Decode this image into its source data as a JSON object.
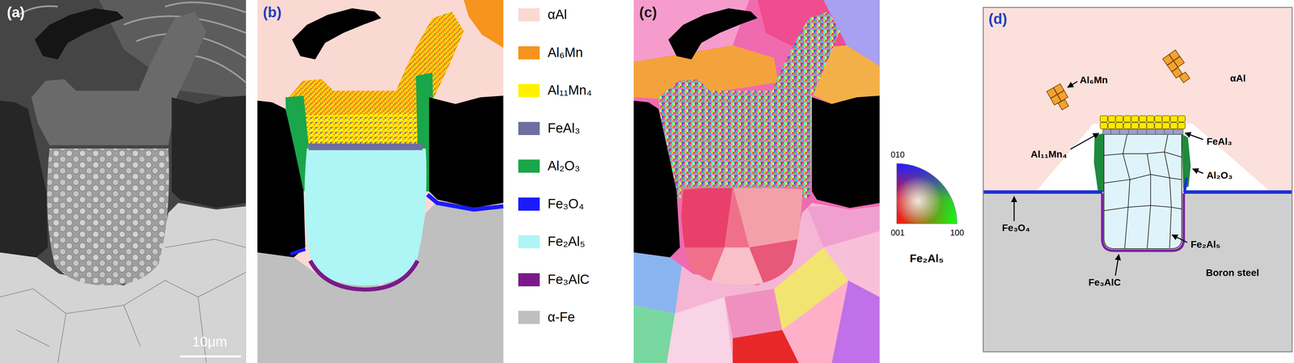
{
  "diagram": {
    "nodes": [
      {
        "text": [
          "(a)",
          "10μm"
        ]
      },
      {
        "text": [
          "(b)"
        ]
      },
      {
        "text": [
          "(c)"
        ]
      },
      {
        "text": [
          "(d)"
        ]
      }
    ],
    "labels": [
      "010",
      "001",
      "100",
      "Fe₂Al₅",
      "Al₆Mn",
      "αAl",
      "Al₁₁Mn₄",
      "FeAl₃",
      "Al₂O₃",
      "Fe₃O₄",
      "Fe₂Al₅",
      "Fe₃AlC",
      "Boron steel"
    ],
    "legend": [
      {
        "text": "αAl",
        "color": "#fbd9d3"
      },
      {
        "text": "Al₆Mn",
        "color": "#f7941d"
      },
      {
        "text": "Al₁₁Mn₄",
        "color": "#fff200"
      },
      {
        "text": "FeAl₃",
        "color": "#6e6ea0"
      },
      {
        "text": "Al₂O₃",
        "color": "#1aa64a"
      },
      {
        "text": "Fe₃O₄",
        "color": "#1a1aff"
      },
      {
        "text": "Fe₂Al₅",
        "color": "#aef5f5"
      },
      {
        "text": "Fe₃AlC",
        "color": "#7a1a8a"
      },
      {
        "text": "α-Fe",
        "color": "#bfbfbf"
      }
    ]
  }
}
